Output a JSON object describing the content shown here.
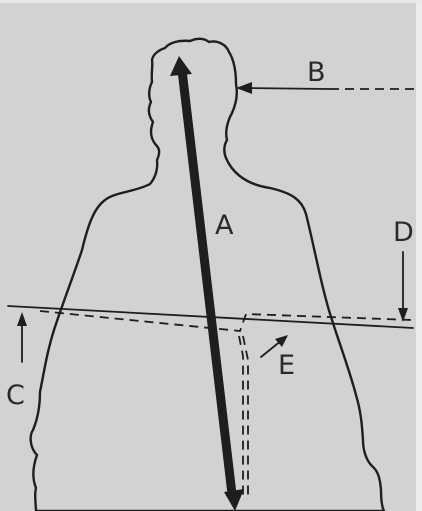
{
  "labels": {
    "a": "A",
    "b": "B",
    "c": "C",
    "d": "D",
    "e": "E"
  },
  "colors": {
    "paper": "#ffffff",
    "background": "#d4d4d4",
    "ink": "#1e1e1e"
  }
}
